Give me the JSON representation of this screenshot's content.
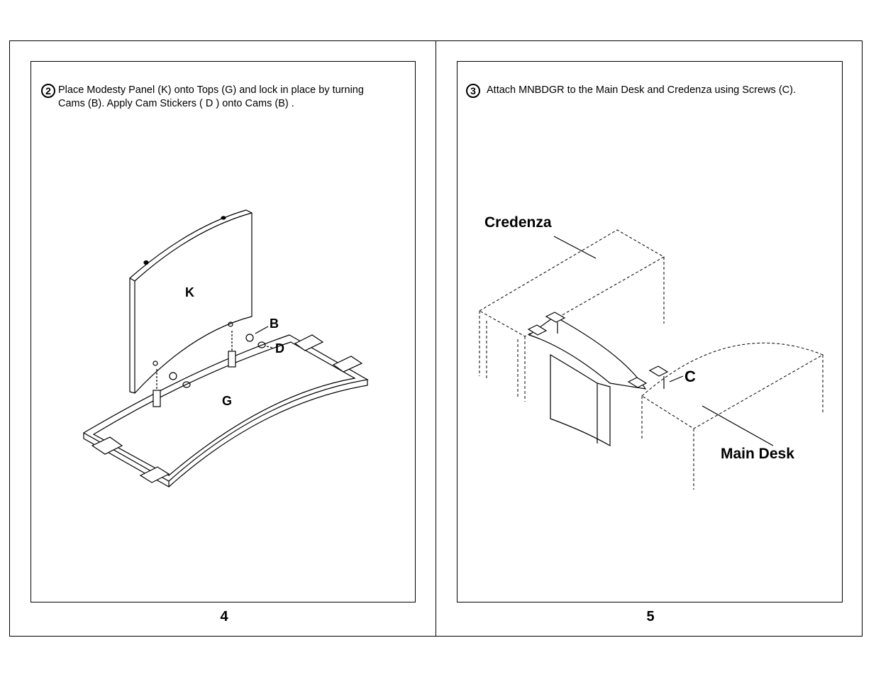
{
  "left_page": {
    "step_number": "2",
    "instruction_line1": "Place Modesty Panel (K) onto Tops (G) and lock in place by turning",
    "instruction_line2": "Cams (B).  Apply Cam Stickers ( D ) onto Cams (B) .",
    "labels": {
      "k": "K",
      "b": "B",
      "d": "D",
      "g": "G"
    },
    "page_number": "4"
  },
  "right_page": {
    "step_number": "3",
    "instruction": "Attach MNBDGR to the Main Desk and Credenza using Screws (C).",
    "labels": {
      "credenza": "Credenza",
      "c": "C",
      "main_desk": "Main Desk"
    },
    "page_number": "5"
  }
}
